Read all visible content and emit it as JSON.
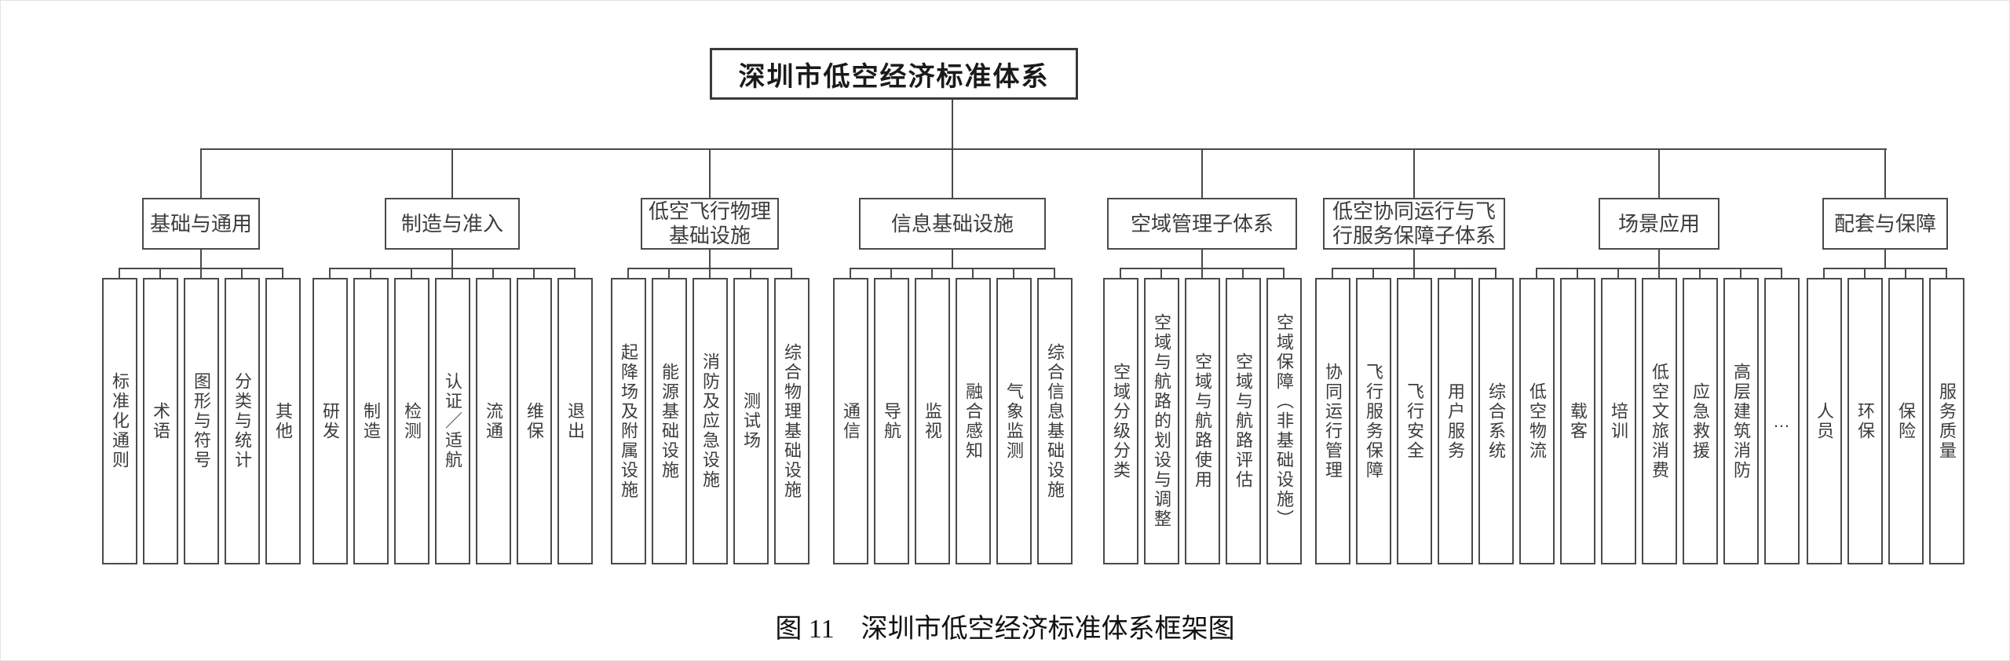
{
  "colors": {
    "line": "#4a4a4a",
    "text": "#3f3f3f",
    "title_text": "#1a1a1a",
    "background": "#ffffff"
  },
  "root": {
    "title": "深圳市低空经济标准体系"
  },
  "groups": [
    {
      "label": "基础与通用",
      "children": [
        "标准化通则",
        "术语",
        "图形与符号",
        "分类与统计",
        "其他"
      ]
    },
    {
      "label": "制造与准入",
      "children": [
        "研发",
        "制造",
        "检测",
        "认证／适航",
        "流通",
        "维保",
        "退出"
      ]
    },
    {
      "label": "低空飞行物理基础设施",
      "children": [
        "起降场及附属设施",
        "能源基础设施",
        "消防及应急设施",
        "测试场",
        "综合物理基础设施"
      ]
    },
    {
      "label": "信息基础设施",
      "children": [
        "通信",
        "导航",
        "监视",
        "融合感知",
        "气象监测",
        "综合信息基础设施"
      ]
    },
    {
      "label": "空域管理子体系",
      "children": [
        "空域分级分类",
        "空域与航路的划设与调整",
        "空域与航路使用",
        "空域与航路评估",
        "空域保障（非基础设施）"
      ]
    },
    {
      "label": "低空协同运行与飞行服务保障子体系",
      "children": [
        "协同运行管理",
        "飞行服务保障",
        "飞行安全",
        "用户服务",
        "综合系统"
      ]
    },
    {
      "label": "场景应用",
      "children": [
        "低空物流",
        "载客",
        "培训",
        "低空文旅消费",
        "应急救援",
        "高层建筑消防",
        "…"
      ]
    },
    {
      "label": "配套与保障",
      "children": [
        "人员",
        "环保",
        "保险",
        "服务质量"
      ]
    }
  ],
  "caption": "图 11　深圳市低空经济标准体系框架图"
}
